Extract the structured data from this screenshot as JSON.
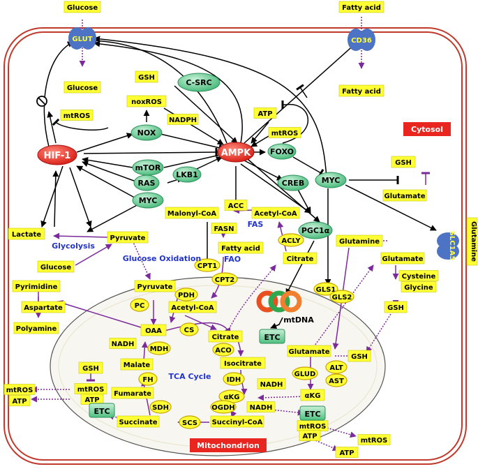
{
  "compartments": {
    "cytosol": "Cytosol",
    "mitochondrion": "Mitochondrion"
  },
  "transporters": {
    "glut": "GLUT",
    "cd36": "CD36",
    "slc1a5": "SLC1A5"
  },
  "external": {
    "glucose": "Glucose",
    "fatty_acid": "Fatty acid",
    "glutamine": "Glutamine"
  },
  "nodes": {
    "hif1": "HIF-1",
    "ampk": "AMPK",
    "csrc": "C-SRC",
    "gsh_top": "GSH",
    "noxros": "noxROS",
    "nadph": "NADPH",
    "nox": "NOX",
    "mtros_left": "mtROS",
    "atp_top": "ATP",
    "mtros_top": "mtROS",
    "foxo": "FOXO",
    "mtor": "mTOR",
    "ras": "RAS",
    "lkb1": "LKB1",
    "myc_left": "MYC",
    "creb": "CREB",
    "myc_right": "MYC",
    "gsh_right": "GSH",
    "glutamate_right": "Glutamate",
    "glucose_in": "Glucose",
    "fatty_acid_in": "Fatty acid",
    "acc": "ACC",
    "malonyl_coa": "Malonyl-CoA",
    "acetyl_coa_cyto": "Acetyl-CoA",
    "fas": "FAS",
    "fasn": "FASN",
    "acly": "ACLY",
    "pgc1a": "PGC1α",
    "fatty_acid_cyto": "Fatty acid",
    "fao": "FAO",
    "lactate": "Lactate",
    "glycolysis": "Glycolysis",
    "pyruvate_cyto": "Pyruvate",
    "glucose_cyto": "Glucose",
    "glucose_oxidation": "Glucose Oxidation",
    "cpt1": "CPT1",
    "citrate_cyto": "Citrate",
    "glutamine_cyto": "Glutamine",
    "glutamate_cyto": "Glutamate",
    "cysteine": "Cysteine",
    "glycine": "Glycine",
    "gsh_cyto": "GSH",
    "gsh_low": "GSH",
    "pyrimidine": "Pyrimidine",
    "aspartate": "Aspartate",
    "polyamine": "Polyamine",
    "pyruvate_mito": "Pyruvate",
    "pdh": "PDH",
    "pc": "PC",
    "cpt2": "CPT2",
    "acetyl_coa_mito": "Acetyl-CoA",
    "gls1": "GLS1",
    "gls2": "GLS2",
    "mtdna": "mtDNA",
    "etc_center": "ETC",
    "oaa": "OAA",
    "cs": "CS",
    "citrate_mito": "Citrate",
    "nadh_1": "NADH",
    "mdh": "MDH",
    "aco": "ACO",
    "malate": "Malate",
    "isocitrate": "Isocitrate",
    "fh": "FH",
    "tca_cycle": "TCA Cycle",
    "idh": "IDH",
    "nadh_2": "NADH",
    "fumarate": "Fumarate",
    "sdh": "SDH",
    "akg_mito": "αKG",
    "ogdh": "OGDH",
    "nadh_3": "NADH",
    "succinate": "Succinate",
    "scs": "SCS",
    "succinyl_coa": "Succinyl-CoA",
    "glutamate_mito": "Glutamate",
    "glud": "GLUD",
    "alt": "ALT",
    "ast": "AST",
    "akg_right": "αKG",
    "gsh_left": "GSH",
    "mtros_leftmito": "mtROS",
    "mtros_out_left": "mtROS",
    "atp_out_left": "ATP",
    "atp_leftmito": "ATP",
    "etc_left": "ETC",
    "etc_right": "ETC",
    "mtros_rightmito": "mtROS",
    "atp_rightmito": "ATP",
    "mtros_out_right": "mtROS",
    "atp_out_right": "ATP"
  },
  "colors": {
    "purple": "#7a2a9a",
    "yellow_box": "#ffff33",
    "green_node": "#55c68a",
    "red_node": "#e8251f",
    "membrane": "#c0392b",
    "transporter": "#4d73c4"
  }
}
